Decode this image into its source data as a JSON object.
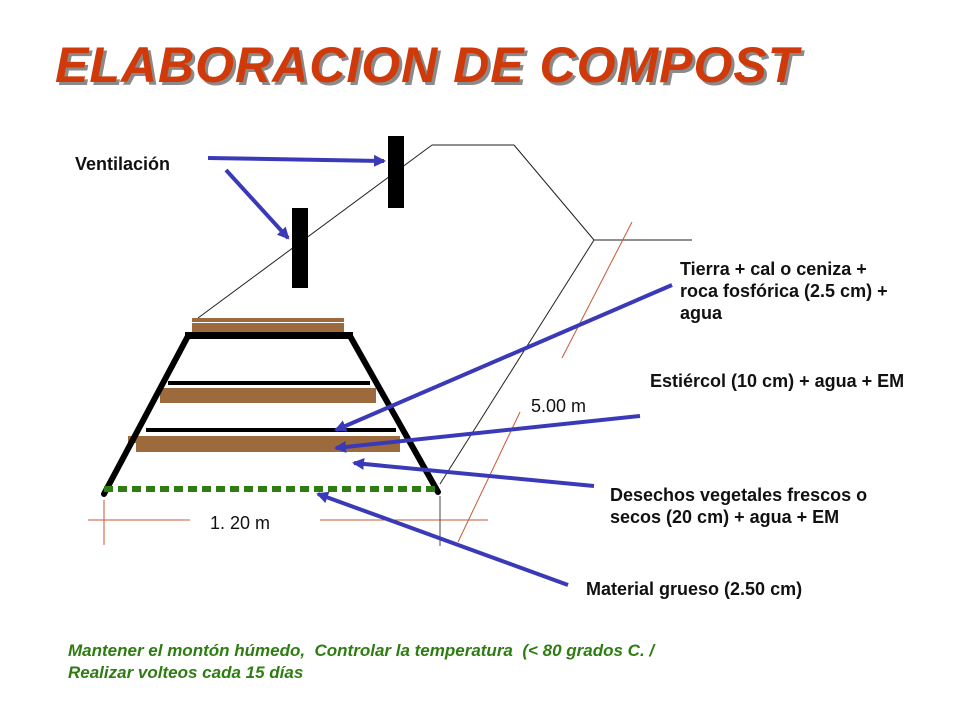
{
  "title": "ELABORACION DE COMPOST",
  "labels": {
    "ventilation": "Ventilación",
    "soil_layer": "Tierra + cal o ceniza + roca fosfórica (2.5 cm) + agua",
    "manure_layer": "Estiércol (10 cm) + agua + EM",
    "vegetable_layer": "Desechos vegetales frescos o secos (20 cm) + agua + EM",
    "coarse_layer": "Material grueso (2.50 cm)"
  },
  "dimensions": {
    "width": "1. 20 m",
    "length": "5.00 m"
  },
  "footer": {
    "line1": "Mantener el montón húmedo,  Controlar la temperatura  (< 80 grados C. /",
    "line2": "Realizar volteos cada 15 días"
  },
  "colors": {
    "title": "#d03a0a",
    "arrow": "#3a3ab8",
    "layer": "#9c6a3c",
    "footer": "#2e7d12",
    "base_dots": "#2e7d12"
  }
}
